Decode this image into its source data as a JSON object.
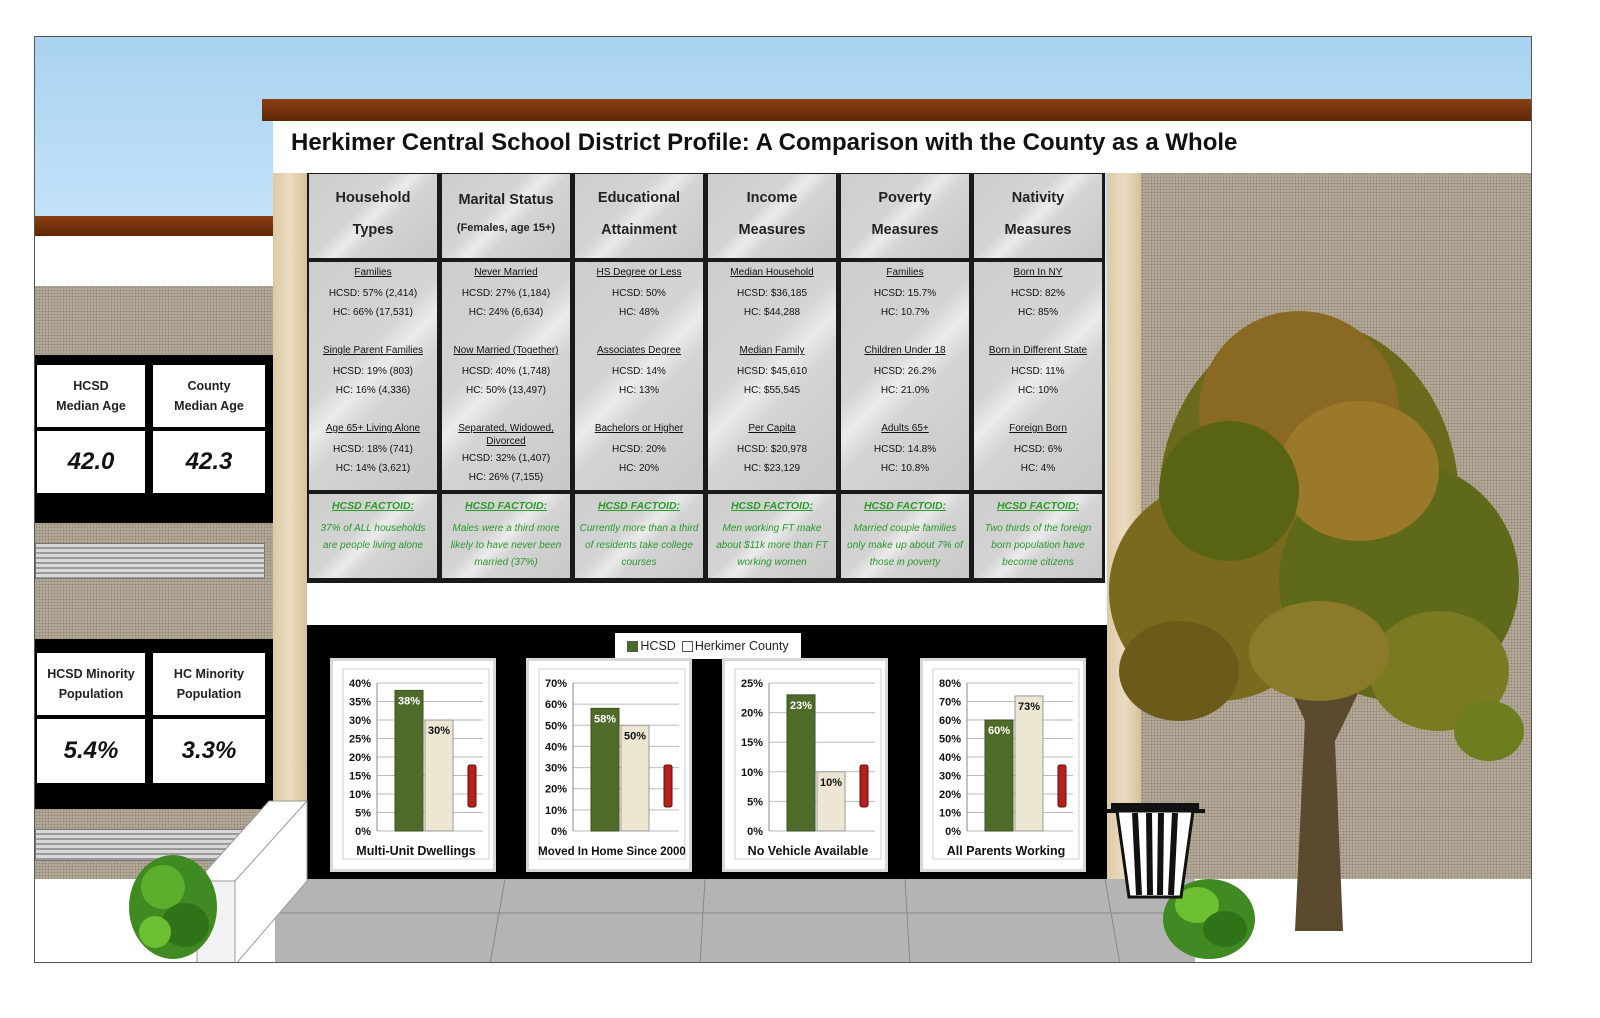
{
  "title": "Herkimer Central School District Profile: A Comparison with the County as a Whole",
  "colors": {
    "hcsd": "#4e6b2a",
    "county": "#ece6d2",
    "factoid": "#2a9a2a"
  },
  "median_age": {
    "hcsd_label": "HCSD\nMedian Age",
    "county_label": "County\nMedian Age",
    "hcsd_value": "42.0",
    "county_value": "42.3"
  },
  "minority": {
    "hcsd_label": "HCSD Minority\nPopulation",
    "county_label": "HC Minority\nPopulation",
    "hcsd_value": "5.4%",
    "county_value": "3.3%"
  },
  "columns": [
    {
      "h1": "Household",
      "h2": "Types",
      "groups": [
        {
          "label": "Families",
          "lines": [
            "HCSD: 57% (2,414)",
            "HC: 66% (17,531)"
          ]
        },
        {
          "label": "Single Parent Families",
          "lines": [
            "HCSD: 19% (803)",
            "HC: 16% (4,336)"
          ]
        },
        {
          "label": "Age 65+ Living Alone",
          "lines": [
            "HCSD: 18% (741)",
            "HC: 14% (3,621)"
          ]
        }
      ],
      "factoid_title": "HCSD FACTOID:",
      "factoid": "37% of ALL households are people living alone"
    },
    {
      "h1": "Marital Status",
      "h2": "(Females, age 15+)",
      "groups": [
        {
          "label": "Never Married",
          "lines": [
            "HCSD: 27% (1,184)",
            "HC: 24% (6,634)"
          ]
        },
        {
          "label": "Now Married (Together)",
          "lines": [
            "HCSD: 40% (1,748)",
            "HC: 50% (13,497)"
          ]
        },
        {
          "label": "Separated, Widowed, Divorced",
          "lines": [
            "HCSD: 32% (1,407)",
            "HC: 26% (7,155)"
          ]
        }
      ],
      "factoid_title": "HCSD FACTOID:",
      "factoid": "Males were a third more likely to have never been married (37%)"
    },
    {
      "h1": "Educational",
      "h2": "Attainment",
      "groups": [
        {
          "label": "HS Degree or Less",
          "lines": [
            "HCSD: 50%",
            "HC: 48%"
          ]
        },
        {
          "label": "Associates Degree",
          "lines": [
            "HCSD: 14%",
            "HC: 13%"
          ]
        },
        {
          "label": "Bachelors or Higher",
          "lines": [
            "HCSD: 20%",
            "HC: 20%"
          ]
        }
      ],
      "factoid_title": "HCSD FACTOID:",
      "factoid": "Currently more than a third of residents take college courses"
    },
    {
      "h1": "Income",
      "h2": "Measures",
      "groups": [
        {
          "label": "Median Household",
          "lines": [
            "HCSD: $36,185",
            "HC: $44,288"
          ]
        },
        {
          "label": "Median Family",
          "lines": [
            "HCSD: $45,610",
            "HC: $55,545"
          ]
        },
        {
          "label": "Per Capita",
          "lines": [
            "HCSD: $20,978",
            "HC: $23,129"
          ]
        }
      ],
      "factoid_title": "HCSD FACTOID:",
      "factoid": "Men working FT make about $11k more than FT working women"
    },
    {
      "h1": "Poverty",
      "h2": "Measures",
      "groups": [
        {
          "label": "Families",
          "lines": [
            "HCSD: 15.7%",
            "HC: 10.7%"
          ]
        },
        {
          "label": "Children Under 18",
          "lines": [
            "HCSD: 26.2%",
            "HC: 21.0%"
          ]
        },
        {
          "label": "Adults 65+",
          "lines": [
            "HCSD: 14.8%",
            "HC: 10.8%"
          ]
        }
      ],
      "factoid_title": "HCSD FACTOID:",
      "factoid": "Married couple families only make up about 7% of those in poverty"
    },
    {
      "h1": "Nativity",
      "h2": "Measures",
      "groups": [
        {
          "label": "Born In NY",
          "lines": [
            "HCSD: 82%",
            "HC: 85%"
          ]
        },
        {
          "label": "Born in Different State",
          "lines": [
            "HCSD: 11%",
            "HC: 10%"
          ]
        },
        {
          "label": "Foreign Born",
          "lines": [
            "HCSD: 6%",
            "HC: 4%"
          ]
        }
      ],
      "factoid_title": "HCSD FACTOID:",
      "factoid": "Two thirds of the foreign born population have become citizens"
    }
  ],
  "legend": {
    "hcsd": "HCSD",
    "county": "Herkimer County"
  },
  "chart_data": [
    {
      "type": "bar",
      "title": "Multi-Unit Dwellings",
      "series": [
        {
          "name": "HCSD",
          "values": [
            38
          ]
        },
        {
          "name": "Herkimer County",
          "values": [
            30
          ]
        }
      ],
      "labels": [
        "38%",
        "30%"
      ],
      "ylim": [
        0,
        40
      ],
      "ticks": [
        "0%",
        "5%",
        "10%",
        "15%",
        "20%",
        "25%",
        "30%",
        "35%",
        "40%"
      ],
      "tick_values": [
        0,
        5,
        10,
        15,
        20,
        25,
        30,
        35,
        40
      ]
    },
    {
      "type": "bar",
      "title": "Moved In Home Since 2000",
      "series": [
        {
          "name": "HCSD",
          "values": [
            58
          ]
        },
        {
          "name": "Herkimer County",
          "values": [
            50
          ]
        }
      ],
      "labels": [
        "58%",
        "50%"
      ],
      "ylim": [
        0,
        70
      ],
      "ticks": [
        "0%",
        "10%",
        "20%",
        "30%",
        "40%",
        "50%",
        "60%",
        "70%"
      ],
      "tick_values": [
        0,
        10,
        20,
        30,
        40,
        50,
        60,
        70
      ]
    },
    {
      "type": "bar",
      "title": "No Vehicle Available",
      "series": [
        {
          "name": "HCSD",
          "values": [
            23
          ]
        },
        {
          "name": "Herkimer County",
          "values": [
            10
          ]
        }
      ],
      "labels": [
        "23%",
        "10%"
      ],
      "ylim": [
        0,
        25
      ],
      "ticks": [
        "0%",
        "5%",
        "10%",
        "15%",
        "20%",
        "25%"
      ],
      "tick_values": [
        0,
        5,
        10,
        15,
        20,
        25
      ]
    },
    {
      "type": "bar",
      "title": "All Parents Working",
      "series": [
        {
          "name": "HCSD",
          "values": [
            60
          ]
        },
        {
          "name": "Herkimer County",
          "values": [
            73
          ]
        }
      ],
      "labels": [
        "60%",
        "73%"
      ],
      "ylim": [
        0,
        80
      ],
      "ticks": [
        "0%",
        "10%",
        "20%",
        "30%",
        "40%",
        "50%",
        "60%",
        "70%",
        "80%"
      ],
      "tick_values": [
        0,
        10,
        20,
        30,
        40,
        50,
        60,
        70,
        80
      ]
    }
  ]
}
